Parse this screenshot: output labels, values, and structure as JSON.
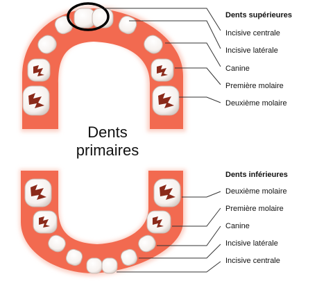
{
  "title": {
    "line1": "Dents",
    "line2": "primaires"
  },
  "upper": {
    "header": "Dents supérieures",
    "labels": [
      "Incisive centrale",
      "Incisive latérale",
      "Canine",
      "Première molaire",
      "Deuxième molaire"
    ]
  },
  "lower": {
    "header": "Dents inférieures",
    "labels": [
      "Deuxième molaire",
      "Première molaire",
      "Canine",
      "Incisive latérale",
      "Incisive centrale"
    ]
  },
  "colors": {
    "gum": "#f26a50",
    "gum_glow": "#fbd2c8",
    "tooth": "#ffffff",
    "highlight_circle": "#000000",
    "leader": "#333333"
  }
}
